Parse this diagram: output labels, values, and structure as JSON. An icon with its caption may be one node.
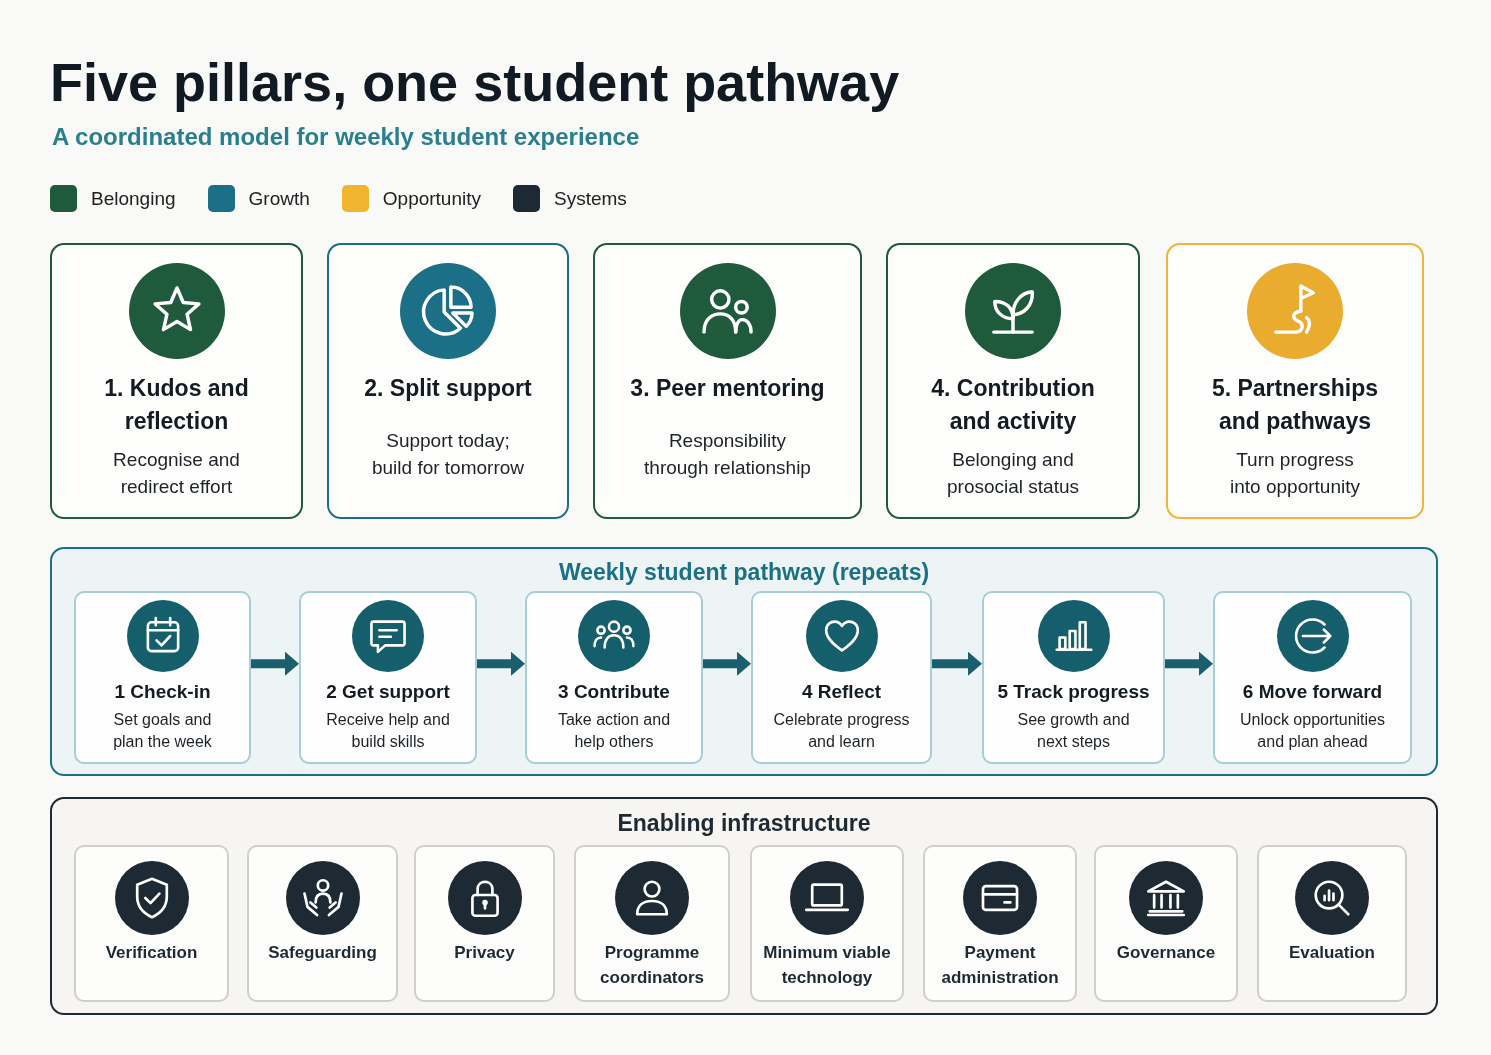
{
  "diagram": {
    "title": "Five pillars, one student pathway",
    "caption": "A coordinated model for weekly student experience",
    "nodes": [
      {
        "text": [
          "1. Kudos and reflection",
          "Recognise and redirect effort"
        ]
      },
      {
        "text": [
          "2. Split support",
          "Support today; build for tomorrow"
        ]
      },
      {
        "text": [
          "3. Peer mentoring",
          "Responsibility through relationship"
        ]
      },
      {
        "text": [
          "4. Contribution and activity",
          "Belonging and prosocial status"
        ]
      },
      {
        "text": [
          "5. Partnerships and pathways",
          "Turn progress into opportunity"
        ]
      },
      {
        "text": [
          "Weekly student pathway (repeats)"
        ]
      },
      {
        "text": [
          "1 Check-in",
          "Set goals and plan the week"
        ],
        "in": 5
      },
      {
        "text": [
          "2 Get support",
          "Receive help and build skills"
        ],
        "in": 5
      },
      {
        "text": [
          "3 Contribute",
          "Take action and help others"
        ],
        "in": 5
      },
      {
        "text": [
          "4 Reflect",
          "Celebrate progress and learn"
        ],
        "in": 5
      },
      {
        "text": [
          "5 Track progress",
          "See growth and next steps"
        ],
        "in": 5
      },
      {
        "text": [
          "6 Move forward",
          "Unlock opportunities and plan ahead"
        ],
        "in": 5
      },
      {
        "text": [
          "Enabling infrastructure"
        ]
      },
      {
        "text": [
          "Verification"
        ],
        "in": 12
      },
      {
        "text": [
          "Safeguarding"
        ],
        "in": 12
      },
      {
        "text": [
          "Privacy"
        ],
        "in": 12
      },
      {
        "text": [
          "Programme coordinators"
        ],
        "in": 12
      },
      {
        "text": [
          "Minimum viable technology"
        ],
        "in": 12
      },
      {
        "text": [
          "Payment administration"
        ],
        "in": 12
      },
      {
        "text": [
          "Governance"
        ],
        "in": 12
      },
      {
        "text": [
          "Evaluation"
        ],
        "in": 12
      }
    ],
    "edges": [
      {
        "from": 6,
        "to": 7,
        "arrow": "to"
      },
      {
        "from": 7,
        "to": 8,
        "arrow": "to"
      },
      {
        "from": 8,
        "to": 9,
        "arrow": "to"
      },
      {
        "from": 9,
        "to": 10,
        "arrow": "to"
      },
      {
        "from": 10,
        "to": 11,
        "arrow": "to"
      }
    ],
    "legend": [
      {
        "text": "Belonging",
        "color": "#1f5a3c"
      },
      {
        "text": "Growth",
        "color": "#1b6f86"
      },
      {
        "text": "Opportunity",
        "color": "#f0b42e"
      },
      {
        "text": "Systems",
        "color": "#1e2a33"
      }
    ]
  }
}
